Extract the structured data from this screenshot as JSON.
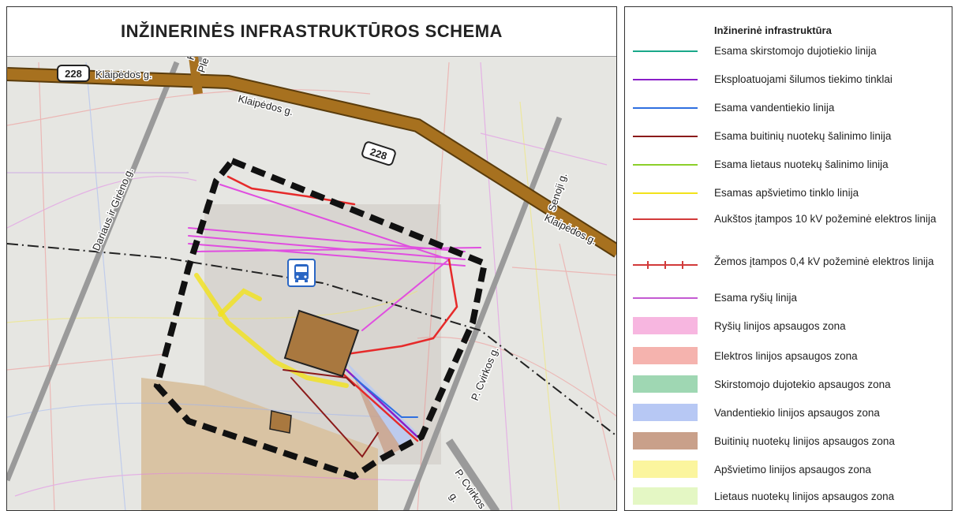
{
  "map": {
    "title": "INŽINERINĖS INFRASTRUKTŪROS SCHEMA",
    "road_labels": {
      "klaipedos_1": "Klaipėdos g.",
      "klaipedos_2": "Klaipėdos g.",
      "klaipedos_3": "Klaipėdos g.",
      "shield_1": "228",
      "shield_2": "228",
      "kr": "Kr",
      "pl": "Ple",
      "dariaus": "Dariaus ir Girėno g.",
      "senoji": "Senoji g.",
      "cvirkos_1": "P. Cvirkos g.",
      "cvirkos_2": "P. Cvirkos",
      "cvirkos_3": "g."
    },
    "icons": [
      "bus-stop-icon"
    ]
  },
  "legend": {
    "title": "Inžinerinė infrastruktūra",
    "items": [
      {
        "label": "Esama skirstomojo dujotiekio linija",
        "symbol": "line",
        "color": "#1aa88a"
      },
      {
        "label": "Eksploatuojami šilumos tiekimo tinklai",
        "symbol": "line",
        "color": "#8a1ec8"
      },
      {
        "label": "Esama vandentiekio linija",
        "symbol": "line",
        "color": "#2f6fe0"
      },
      {
        "label": "Esama buitinių nuotekų šalinimo linija",
        "symbol": "line",
        "color": "#8b1a1a"
      },
      {
        "label": "Esama lietaus nuotekų šalinimo linija",
        "symbol": "line",
        "color": "#8ccf2a"
      },
      {
        "label": "Esamas apšvietimo tinklo linija",
        "symbol": "line",
        "color": "#f2e21a"
      },
      {
        "label": "Aukštos įtampos 10 kV požeminė elektros linija",
        "symbol": "line",
        "color": "#d23a3a"
      },
      {
        "label": "Žemos įtampos 0,4 kV požeminė elektros linija",
        "symbol": "line-ticks",
        "color": "#d23a3a"
      },
      {
        "label": "Esama ryšių linija",
        "symbol": "line",
        "color": "#c45ad2"
      },
      {
        "label": "Ryšių linijos apsaugos zona",
        "symbol": "box",
        "color": "#f7b6e0"
      },
      {
        "label": "Elektros linijos apsaugos zona",
        "symbol": "box",
        "color": "#f5b3ae"
      },
      {
        "label": "Skirstomojo dujotekio apsaugos zona",
        "symbol": "box",
        "color": "#9fd7b3"
      },
      {
        "label": "Vandentiekio linijos apsaugos zona",
        "symbol": "box",
        "color": "#b7c8f4"
      },
      {
        "label": "Buitinių nuotekų linijos apsaugos zona",
        "symbol": "box",
        "color": "#c9a08a"
      },
      {
        "label": "Apšvietimo linijos apsaugos zona",
        "symbol": "box",
        "color": "#fbf59e"
      },
      {
        "label": "Lietaus nuotekų linijos apsaugos zona",
        "symbol": "box",
        "color": "#e4f7c4"
      }
    ]
  },
  "colors": {
    "road": "#a7711f",
    "road_outline": "#5a3c0c",
    "boundary": "#111111",
    "building": "#a9783f",
    "bus_stop": "#2a66c4"
  }
}
